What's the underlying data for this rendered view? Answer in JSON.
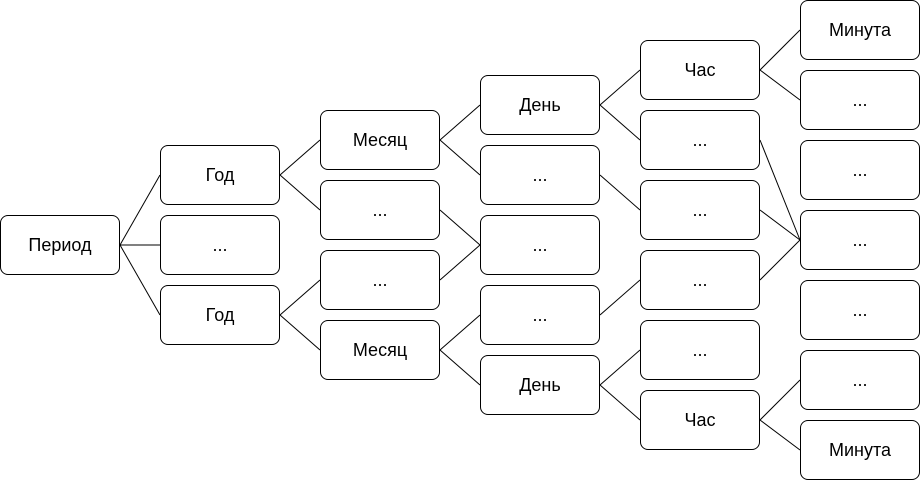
{
  "diagram": {
    "nodes": [
      {
        "id": "period",
        "label": "Период"
      },
      {
        "id": "year1",
        "label": "Год"
      },
      {
        "id": "year_dots",
        "label": "..."
      },
      {
        "id": "year2",
        "label": "Год"
      },
      {
        "id": "month1",
        "label": "Месяц"
      },
      {
        "id": "month_dots1",
        "label": "..."
      },
      {
        "id": "month_dots2",
        "label": "..."
      },
      {
        "id": "month2",
        "label": "Месяц"
      },
      {
        "id": "day1",
        "label": "День"
      },
      {
        "id": "day_dots1",
        "label": "..."
      },
      {
        "id": "day_dots2",
        "label": "..."
      },
      {
        "id": "day_dots3",
        "label": "..."
      },
      {
        "id": "day2",
        "label": "День"
      },
      {
        "id": "hour1",
        "label": "Час"
      },
      {
        "id": "hour_dots1",
        "label": "..."
      },
      {
        "id": "hour_dots2",
        "label": "..."
      },
      {
        "id": "hour_dots3",
        "label": "..."
      },
      {
        "id": "hour_dots4",
        "label": "..."
      },
      {
        "id": "hour2",
        "label": "Час"
      },
      {
        "id": "minute1",
        "label": "Минута"
      },
      {
        "id": "minute_dots1",
        "label": "..."
      },
      {
        "id": "minute_dots2",
        "label": "..."
      },
      {
        "id": "minute_dots3",
        "label": "..."
      },
      {
        "id": "minute_dots4",
        "label": "..."
      },
      {
        "id": "minute_dots5",
        "label": "..."
      },
      {
        "id": "minute2",
        "label": "Минута"
      }
    ],
    "edges": [
      [
        "period",
        "year1"
      ],
      [
        "period",
        "year_dots"
      ],
      [
        "period",
        "year2"
      ],
      [
        "year1",
        "month1"
      ],
      [
        "year1",
        "month_dots1"
      ],
      [
        "year2",
        "month_dots2"
      ],
      [
        "year2",
        "month2"
      ],
      [
        "month1",
        "day1"
      ],
      [
        "month1",
        "day_dots1"
      ],
      [
        "month_dots1",
        "day_dots2"
      ],
      [
        "month_dots2",
        "day_dots2"
      ],
      [
        "month2",
        "day_dots3"
      ],
      [
        "month2",
        "day2"
      ],
      [
        "day1",
        "hour1"
      ],
      [
        "day1",
        "hour_dots1"
      ],
      [
        "day_dots1",
        "hour_dots2"
      ],
      [
        "day_dots3",
        "hour_dots3"
      ],
      [
        "day2",
        "hour_dots4"
      ],
      [
        "day2",
        "hour2"
      ],
      [
        "hour1",
        "minute1"
      ],
      [
        "hour1",
        "minute_dots1"
      ],
      [
        "hour_dots1",
        "minute_dots3"
      ],
      [
        "hour_dots2",
        "minute_dots3"
      ],
      [
        "hour_dots3",
        "minute_dots3"
      ],
      [
        "hour2",
        "minute_dots5"
      ],
      [
        "hour2",
        "minute2"
      ]
    ]
  }
}
